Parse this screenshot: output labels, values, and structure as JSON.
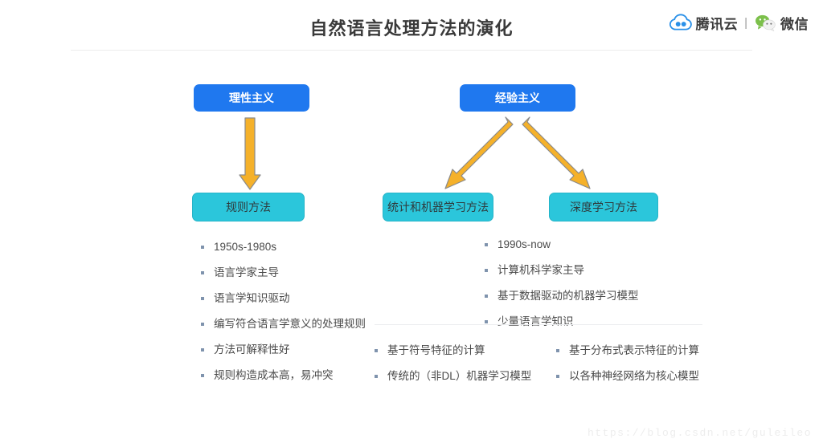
{
  "header": {
    "title": "自然语言处理方法的演化",
    "brand": {
      "cloud_icon": "tencent-cloud-icon",
      "cloud_label": "腾讯云",
      "separator": "|",
      "wechat_icon": "wechat-icon",
      "wechat_label": "微信"
    }
  },
  "diagram": {
    "boxes": {
      "rationalism": "理性主义",
      "empiricism": "经验主义",
      "rule_method": "规则方法",
      "statistical_ml": "统计和机器学习方法",
      "deep_learning": "深度学习方法"
    },
    "arrows": [
      {
        "name": "arrow-rationalism-to-rule",
        "direction": "down"
      },
      {
        "name": "arrow-empiricism-to-statistical",
        "direction": "down-left"
      },
      {
        "name": "arrow-empiricism-to-deeplearning",
        "direction": "down-right"
      }
    ]
  },
  "lists": {
    "left": [
      "1950s-1980s",
      "语言学家主导",
      "语言学知识驱动",
      "编写符合语言学意义的处理规则",
      "方法可解释性好",
      "规则构造成本高，易冲突"
    ],
    "right_top": [
      "1990s-now",
      "计算机科学家主导",
      "基于数据驱动的机器学习模型",
      "少量语言学知识"
    ],
    "bottom_left": [
      "基于符号特征的计算",
      "传统的（非DL）机器学习模型"
    ],
    "bottom_right": [
      "基于分布式表示特征的计算",
      "以各种神经网络为核心模型"
    ]
  },
  "watermark": "https://blog.csdn.net/guleileo",
  "colors": {
    "blue_box": "#1f78ef",
    "teal_box": "#2bc6db",
    "teal_border": "#25b4c8",
    "arrow_fill": "#f5b12a",
    "arrow_stroke": "#8a8a8a",
    "bullet": "#7f93ad",
    "title": "#3a3a3a",
    "wechat_green": "#7cc04b",
    "cloud_blue": "#2a90e8"
  }
}
